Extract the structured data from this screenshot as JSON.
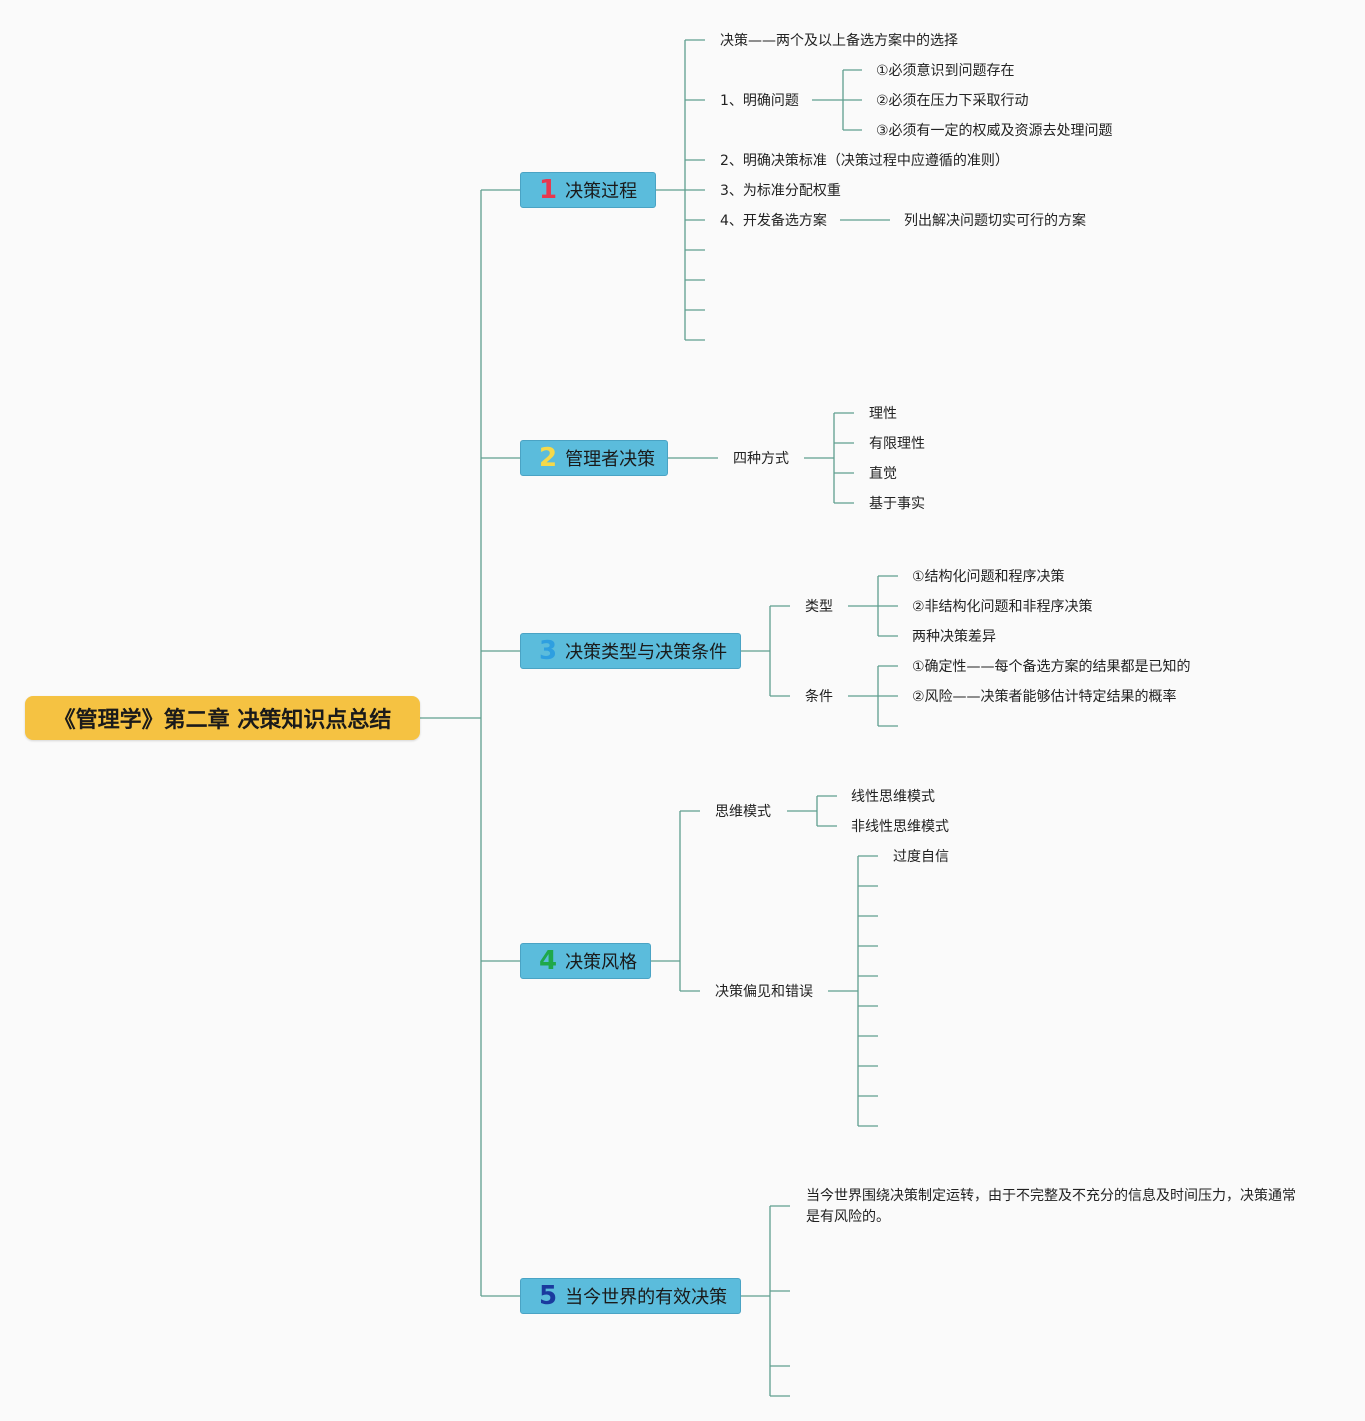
{
  "root": {
    "title": "《管理学》第二章 决策知识点总结"
  },
  "colors": {
    "line": "#5f9f8f",
    "root": "#f5c242",
    "topic": "#5bbcdc"
  },
  "topics": [
    {
      "number": "1",
      "number_color": "#e8384f",
      "label": "决策过程",
      "items": [
        {
          "text": "决策——两个及以上备选方案中的选择"
        },
        {
          "text": "1、明确问题",
          "children": [
            "①必须意识到问题存在",
            "②必须在压力下采取行动",
            "③必须有一定的权威及资源去处理问题"
          ]
        },
        {
          "text": "2、明确决策标准（决策过程中应遵循的准则）"
        },
        {
          "text": "3、为标准分配权重"
        },
        {
          "text": "4、开发备选方案",
          "children": [
            "列出解决问题切实可行的方案"
          ]
        }
      ]
    },
    {
      "number": "2",
      "number_color": "#f5d94a",
      "label": "管理者决策",
      "items": [
        {
          "text": "四种方式",
          "children": [
            "理性",
            "有限理性",
            "直觉",
            "基于事实"
          ]
        }
      ]
    },
    {
      "number": "3",
      "number_color": "#2e9fe0",
      "label": "决策类型与决策条件",
      "items": [
        {
          "text": "类型",
          "children": [
            "①结构化问题和程序决策",
            "②非结构化问题和非程序决策",
            "两种决策差异"
          ]
        },
        {
          "text": "条件",
          "children": [
            "①确定性——每个备选方案的结果都是已知的",
            "②风险——决策者能够估计特定结果的概率"
          ]
        }
      ]
    },
    {
      "number": "4",
      "number_color": "#1fa84a",
      "label": "决策风格",
      "items": [
        {
          "text": "思维模式",
          "children": [
            "线性思维模式",
            "非线性思维模式"
          ]
        },
        {
          "text": "决策偏见和错误",
          "children": [
            "过度自信"
          ]
        }
      ]
    },
    {
      "number": "5",
      "number_color": "#1a3a9e",
      "label": "当今世界的有效决策",
      "items": [
        {
          "text": "当今世界围绕决策制定运转，由于不完整及不充分的信息及时间压力，决策通常是有风险的。"
        }
      ]
    }
  ]
}
